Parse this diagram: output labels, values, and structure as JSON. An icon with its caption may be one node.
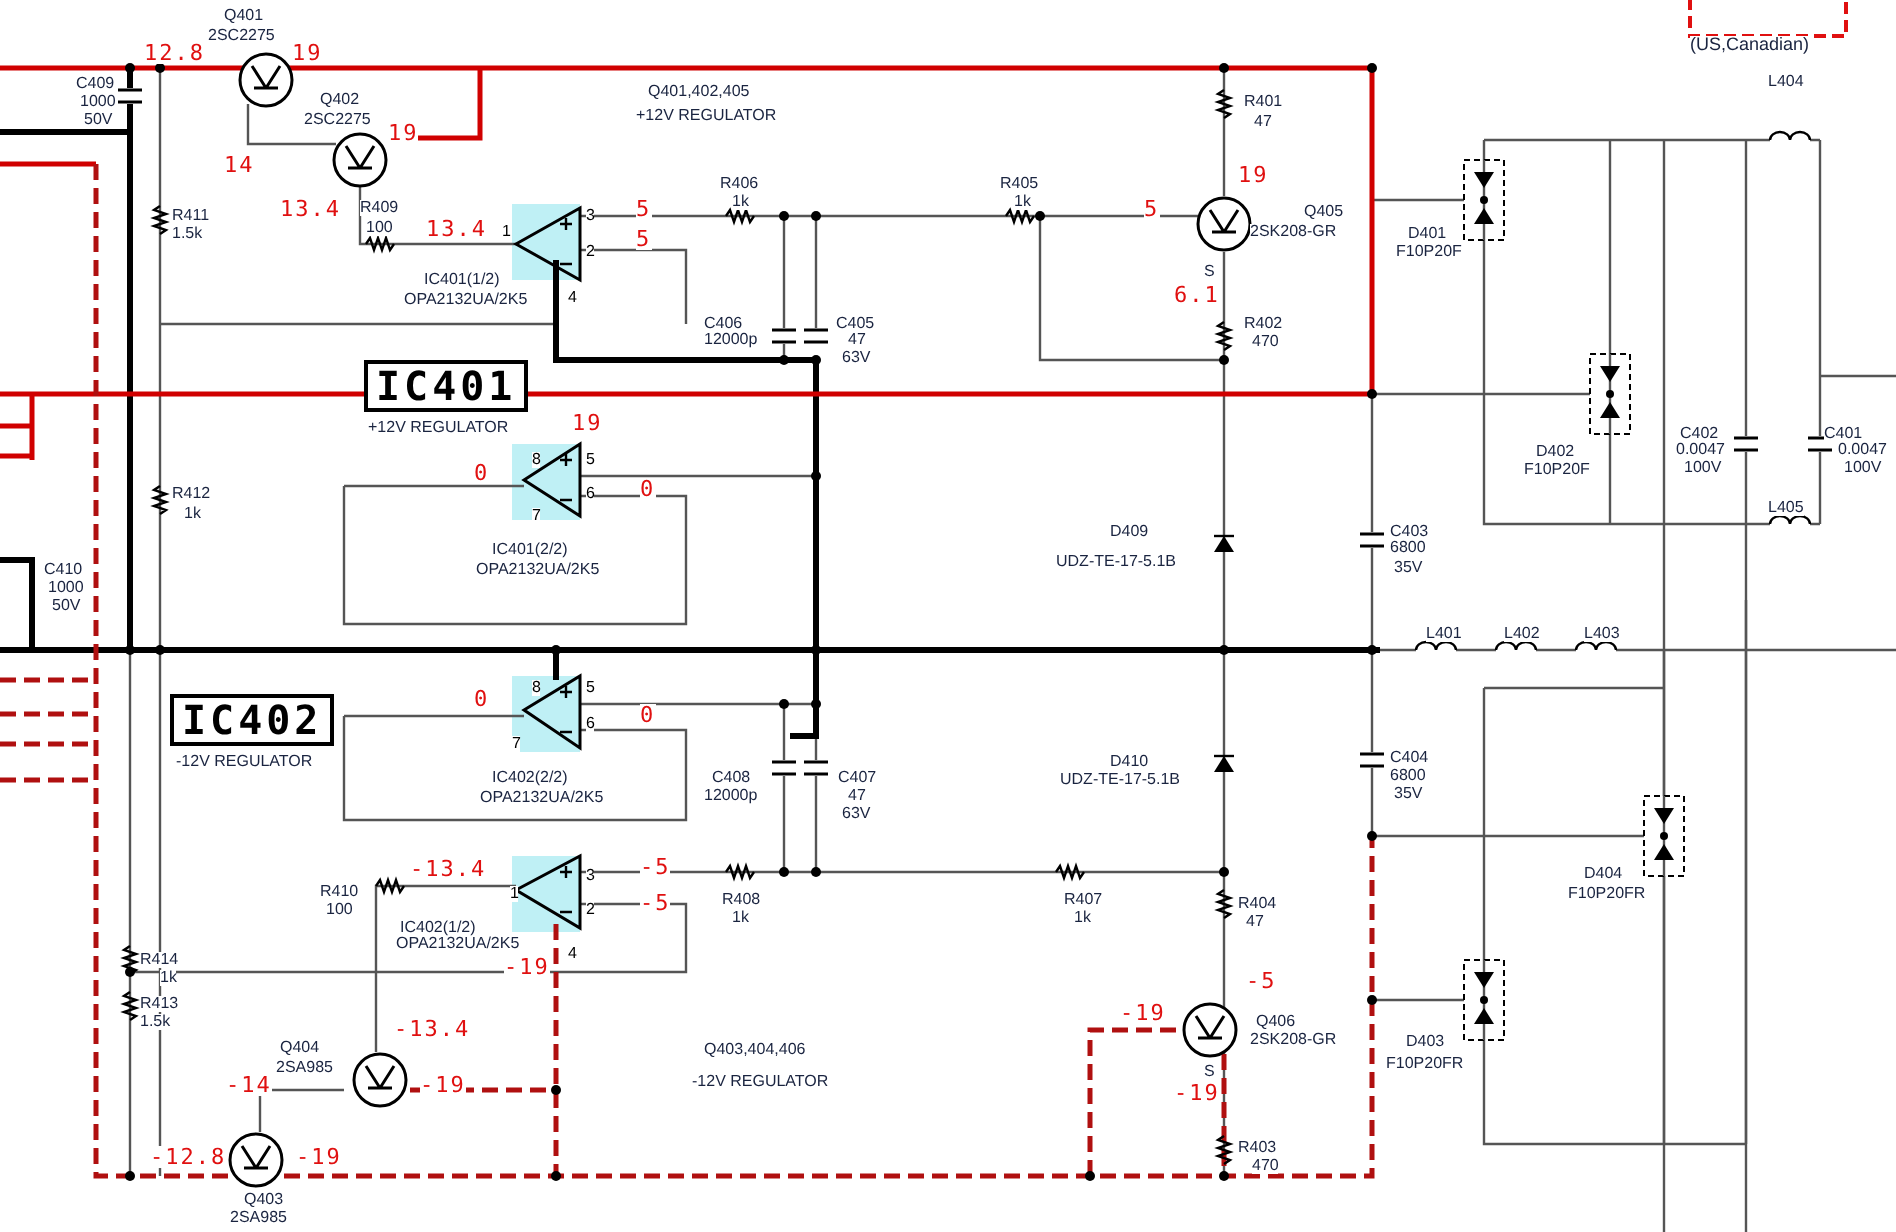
{
  "diagram": {
    "nodes": [
      {
        "text": [
          "IC401"
        ]
      },
      {
        "text": [
          "IC402"
        ]
      },
      {
        "text": [
          "(US,Canadian)"
        ]
      }
    ],
    "labels": [
      "Q401",
      "2SC2275",
      "12.8",
      "19",
      "C409",
      "Q401,402,405",
      "L404",
      "1000",
      "Q402",
      "R401",
      "50V",
      "2SC2275",
      "19",
      "+12V REGULATOR",
      "47",
      "14",
      "R406",
      "R405",
      "19",
      "R411",
      "13.4",
      "R409",
      "5",
      "1k",
      "1k",
      "5",
      "Q405",
      "100",
      "13.4",
      "3",
      "1.5k",
      "1",
      "5",
      "2SK208-GR",
      "D401",
      "2",
      "F10P20F",
      "IC401(1/2)",
      "S",
      "OPA2132UA/2K5",
      "4",
      "6.1",
      "C406",
      "C405",
      "R402",
      "12000p",
      "47",
      "470",
      "63V",
      "+12V REGULATOR",
      "19",
      "C402",
      "C401",
      "0",
      "8",
      "5",
      "D402",
      "0.0047",
      "0.0047",
      "F10P20F",
      "100V",
      "100V",
      "R412",
      "6",
      "0",
      "1k",
      "7",
      "L405",
      "D409",
      "C403",
      "IC401(2/2)",
      "UDZ-TE-17-5.1B",
      "6800",
      "C410",
      "OPA2132UA/2K5",
      "35V",
      "1000",
      "50V",
      "L401",
      "L402",
      "L403",
      "0",
      "8",
      "5",
      "6",
      "0",
      "7",
      "-12V REGULATOR",
      "D410",
      "C404",
      "IC402(2/2)",
      "C408",
      "C407",
      "UDZ-TE-17-5.1B",
      "6800",
      "OPA2132UA/2K5",
      "12000p",
      "47",
      "35V",
      "63V",
      "-13.4",
      "3",
      "-5",
      "D404",
      "R410",
      "100",
      "1",
      "2",
      "-5",
      "R408",
      "1k",
      "R407",
      "1k",
      "R404",
      "47",
      "F10P20FR",
      "IC402(1/2)",
      "OPA2132UA/2K5",
      "R414",
      "-19",
      "4",
      "1k",
      "-5",
      "R413",
      "1.5k",
      "-13.4",
      "-19",
      "Q406",
      "Q404",
      "Q403,404,406",
      "2SK208-GR",
      "D403",
      "2SA985",
      "S",
      "F10P20FR",
      "-14",
      "-19",
      "-12V REGULATOR",
      "-19",
      "-12.8",
      "-19",
      "R403",
      "470",
      "Q403",
      "2SA985"
    ]
  }
}
